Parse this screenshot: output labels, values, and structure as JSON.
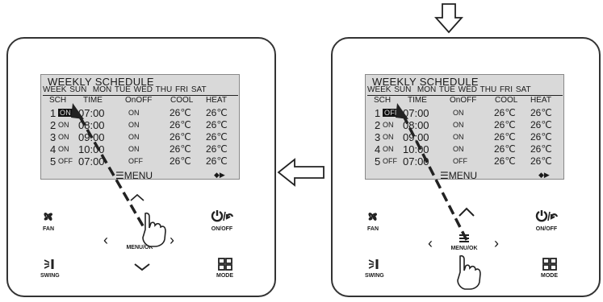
{
  "panels": [
    {
      "lcd": {
        "title": "WEEKLY SCHEDULE",
        "days": [
          "WEEK",
          "SUN",
          "MON",
          "TUE",
          "WED",
          "THU",
          "FRI",
          "SAT"
        ],
        "headers": {
          "sch": "SCH",
          "time": "TIME",
          "onoff": "OnOFF",
          "cool": "COOL",
          "heat": "HEAT"
        },
        "rows": [
          {
            "n": "1",
            "st": "ON",
            "time": "07:00",
            "onoff": "ON",
            "cool": "26℃",
            "heat": "26℃",
            "selected": true
          },
          {
            "n": "2",
            "st": "ON",
            "time": "08:00",
            "onoff": "ON",
            "cool": "26℃",
            "heat": "26℃"
          },
          {
            "n": "3",
            "st": "ON",
            "time": "09:00",
            "onoff": "ON",
            "cool": "26℃",
            "heat": "26℃"
          },
          {
            "n": "4",
            "st": "ON",
            "time": "10:00",
            "onoff": "ON",
            "cool": "26℃",
            "heat": "26℃"
          },
          {
            "n": "5",
            "st": "OFF",
            "time": "07:00",
            "onoff": "OFF",
            "cool": "26℃",
            "heat": "26℃"
          }
        ],
        "menu": "MENU",
        "nav_symbol": "◆▶"
      },
      "buttons": {
        "fan": "FAN",
        "onoff": "ON/OFF",
        "menu": "MENU/OK",
        "swing": "SWING",
        "mode": "MODE"
      }
    },
    {
      "lcd": {
        "title": "WEEKLY SCHEDULE",
        "days": [
          "WEEK",
          "SUN",
          "MON",
          "TUE",
          "WED",
          "THU",
          "FRI",
          "SAT"
        ],
        "headers": {
          "sch": "SCH",
          "time": "TIME",
          "onoff": "OnOFF",
          "cool": "COOL",
          "heat": "HEAT"
        },
        "rows": [
          {
            "n": "1",
            "st": "OFF",
            "time": "07:00",
            "onoff": "ON",
            "cool": "26℃",
            "heat": "26℃",
            "selected": true
          },
          {
            "n": "2",
            "st": "ON",
            "time": "08:00",
            "onoff": "ON",
            "cool": "26℃",
            "heat": "26℃"
          },
          {
            "n": "3",
            "st": "ON",
            "time": "09:00",
            "onoff": "ON",
            "cool": "26℃",
            "heat": "26℃"
          },
          {
            "n": "4",
            "st": "ON",
            "time": "10:00",
            "onoff": "ON",
            "cool": "26℃",
            "heat": "26℃"
          },
          {
            "n": "5",
            "st": "OFF",
            "time": "07:00",
            "onoff": "OFF",
            "cool": "26℃",
            "heat": "26℃"
          }
        ],
        "menu": "MENU",
        "nav_symbol": "◆▶"
      },
      "buttons": {
        "fan": "FAN",
        "onoff": "ON/OFF",
        "menu": "MENU/OK",
        "swing": "SWING",
        "mode": "MODE"
      }
    }
  ],
  "icons": [
    "fan-icon",
    "power-back-icon",
    "menu-icon",
    "swing-icon",
    "mode-grid-icon",
    "chevron-left-icon",
    "chevron-right-icon",
    "chevron-up-icon",
    "chevron-down-icon",
    "pointing-hand-icon",
    "flow-arrow-icon"
  ],
  "colors": {
    "lcd": "#d9d9d9",
    "frame": "#333333",
    "highlight": "#111111"
  }
}
